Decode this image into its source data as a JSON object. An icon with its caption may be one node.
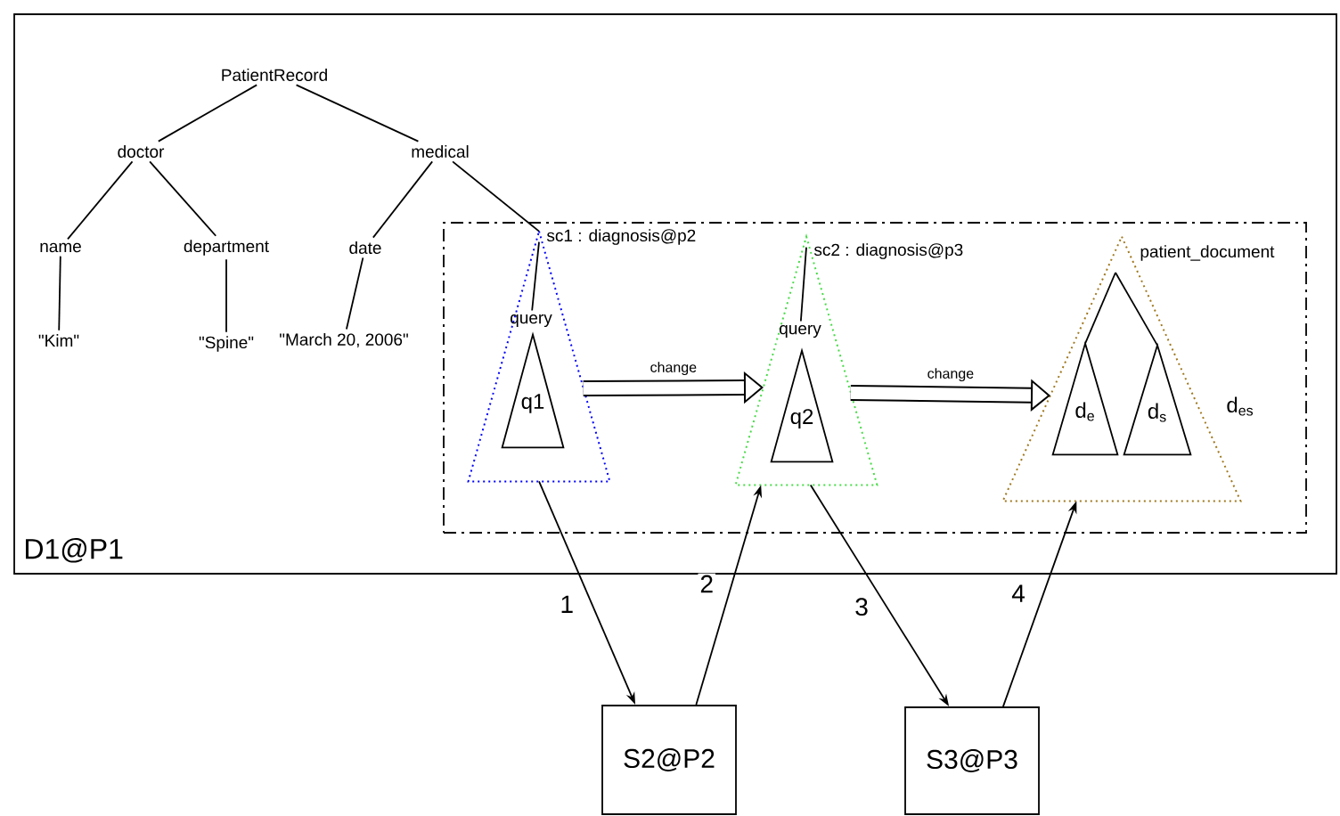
{
  "diagram": {
    "nodes": [
      {
        "text": [
          "D1@P1"
        ]
      },
      {
        "text": [
          "PatientRecord"
        ],
        "in": 0
      },
      {
        "text": [
          "doctor"
        ],
        "in": 0
      },
      {
        "text": [
          "medical"
        ],
        "in": 0
      },
      {
        "text": [
          "name"
        ],
        "in": 0
      },
      {
        "text": [
          "department"
        ],
        "in": 0
      },
      {
        "text": [
          "date"
        ],
        "in": 0
      },
      {
        "text": [
          "\"Kim\""
        ],
        "in": 0
      },
      {
        "text": [
          "\"Spine\""
        ],
        "in": 0
      },
      {
        "text": [
          "\"March 20, 2006\""
        ],
        "in": 0
      },
      {
        "text": [],
        "shape": "box",
        "in": 0
      },
      {
        "text": [
          "sc1 : diagnosis@p2"
        ],
        "in": 10
      },
      {
        "text": [
          "query"
        ],
        "in": 11
      },
      {
        "text": [
          "q1"
        ],
        "in": 11
      },
      {
        "text": [
          "sc2 : diagnosis@p3"
        ],
        "in": 10
      },
      {
        "text": [
          "query"
        ],
        "in": 14
      },
      {
        "text": [
          "q2"
        ],
        "in": 14
      },
      {
        "text": [
          "patient_document"
        ],
        "beside": [
          "d$_{es}$"
        ],
        "in": 10
      },
      {
        "text": [
          "d$_{e}$"
        ],
        "in": 17
      },
      {
        "text": [
          "d$_{s}$"
        ],
        "in": 17
      },
      {
        "text": [
          "S2@P2"
        ]
      },
      {
        "text": [
          "S3@P3"
        ]
      }
    ],
    "edges": [
      {
        "from": 1,
        "to": 2,
        "arrow": "none"
      },
      {
        "from": 1,
        "to": 3,
        "arrow": "none"
      },
      {
        "from": 2,
        "to": 4,
        "arrow": "none"
      },
      {
        "from": 2,
        "to": 5,
        "arrow": "none"
      },
      {
        "from": 3,
        "to": 6,
        "arrow": "none"
      },
      {
        "from": 3,
        "to": 11,
        "arrow": "none"
      },
      {
        "from": 4,
        "to": 7,
        "arrow": "none"
      },
      {
        "from": 5,
        "to": 8,
        "arrow": "none"
      },
      {
        "from": 6,
        "to": 9,
        "arrow": "none"
      },
      {
        "from": 11,
        "to": 12,
        "arrow": "none"
      },
      {
        "from": 14,
        "to": 15,
        "arrow": "none"
      },
      {
        "from": 11,
        "to": 14,
        "arrow": "to",
        "label": "change",
        "style": "thick"
      },
      {
        "from": 14,
        "to": 17,
        "arrow": "to",
        "label": "change",
        "style": "thick"
      },
      {
        "from": 11,
        "to": 20,
        "arrow": "to",
        "label": "1"
      },
      {
        "from": 20,
        "to": 14,
        "arrow": "to",
        "label": "2"
      },
      {
        "from": 14,
        "to": 21,
        "arrow": "to",
        "label": "3"
      },
      {
        "from": 21,
        "to": 17,
        "arrow": "to",
        "label": "4"
      },
      {
        "from": 17,
        "to": 18,
        "arrow": "none"
      },
      {
        "from": 17,
        "to": 19,
        "arrow": "none"
      }
    ]
  }
}
